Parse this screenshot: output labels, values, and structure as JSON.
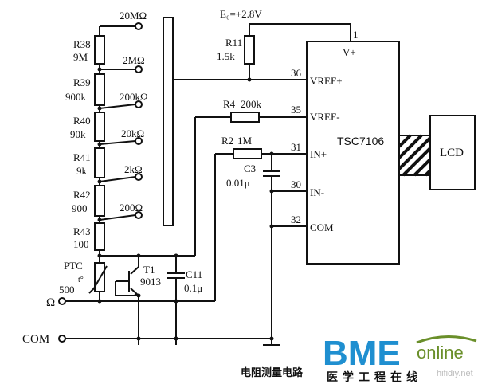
{
  "diagram": {
    "supply_label": "E₀=+2.8V",
    "pin_labels": {
      "p1": "1",
      "p36": "36",
      "p35": "35",
      "p31": "31",
      "p30": "30",
      "p32": "32"
    },
    "chip": {
      "name": "TSC7106",
      "vplus": "V+",
      "vref_plus": "VREF+",
      "vref_minus": "VREF-",
      "in_plus": "IN+",
      "in_minus": "IN-",
      "com": "COM"
    },
    "lcd_label": "LCD",
    "resistors": [
      {
        "name": "R38",
        "value": "9M"
      },
      {
        "name": "R39",
        "value": "900k"
      },
      {
        "name": "R40",
        "value": "90k"
      },
      {
        "name": "R41",
        "value": "9k"
      },
      {
        "name": "R42",
        "value": "900"
      },
      {
        "name": "R43",
        "value": "100"
      }
    ],
    "range_labels": [
      "20MΩ",
      "2MΩ",
      "200kΩ",
      "20kΩ",
      "2kΩ",
      "200Ω"
    ],
    "r11": {
      "name": "R11",
      "value": "1.5k"
    },
    "r4": {
      "name": "R4",
      "value": "200k"
    },
    "r2": {
      "name": "R2",
      "value": "1M"
    },
    "c3": {
      "name": "C3",
      "value": "0.01μ"
    },
    "c11": {
      "name": "C11",
      "value": "0.1μ"
    },
    "t1": {
      "name": "T1",
      "value": "9013"
    },
    "ptc": {
      "name": "PTC",
      "value": "500",
      "symbol": "t°"
    },
    "ohm_terminal": "Ω",
    "com_terminal": "COM",
    "caption": "电阻测量电路"
  },
  "watermark": {
    "logo_main": "BME",
    "logo_sub": "online",
    "logo_cn": "医学工程在线",
    "site": "hifidiy.net"
  }
}
